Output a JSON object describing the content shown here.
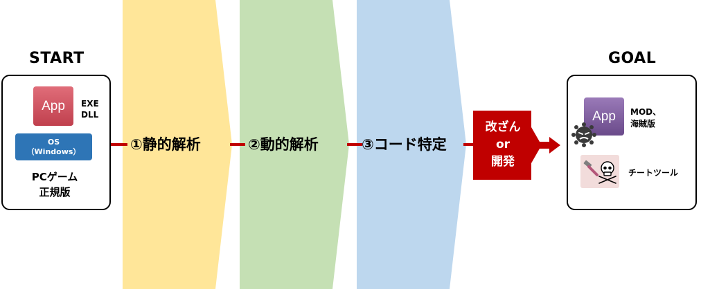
{
  "start": {
    "heading": "START",
    "app_label": "App",
    "file_types": [
      "EXE",
      "DLL"
    ],
    "os_lines": [
      "OS",
      "（Windows）"
    ],
    "caption_lines": [
      "PCゲーム",
      "正規版"
    ]
  },
  "stages": [
    {
      "label": "①静的解析",
      "color": "#ffe699"
    },
    {
      "label": "②動的解析",
      "color": "#c5e0b4"
    },
    {
      "label": "③コード特定",
      "color": "#bdd7ee"
    }
  ],
  "action": {
    "lines": [
      "改ざん",
      "or",
      "開発"
    ],
    "color": "#c00000"
  },
  "goal": {
    "heading": "GOAL",
    "app_label": "App",
    "items": [
      {
        "label_lines": [
          "MOD、",
          "海賊版"
        ],
        "icon": "virus-icon"
      },
      {
        "label_lines": [
          "チートツール"
        ],
        "icon": "skull-crossbones-icon"
      }
    ]
  }
}
